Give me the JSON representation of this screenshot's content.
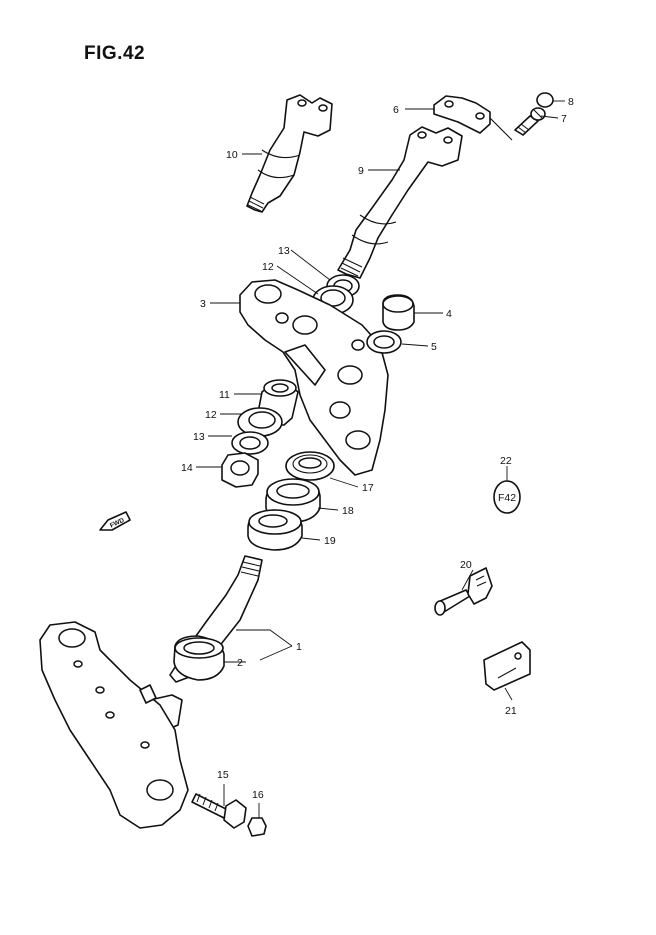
{
  "figure": {
    "title": "FIG.42"
  },
  "fwd_label": "FWD",
  "lock_marking": "F42",
  "callouts": [
    {
      "id": "1",
      "text": "1"
    },
    {
      "id": "2",
      "text": "2"
    },
    {
      "id": "3",
      "text": "3"
    },
    {
      "id": "4",
      "text": "4"
    },
    {
      "id": "5",
      "text": "5"
    },
    {
      "id": "6",
      "text": "6"
    },
    {
      "id": "7",
      "text": "7"
    },
    {
      "id": "8",
      "text": "8"
    },
    {
      "id": "9",
      "text": "9"
    },
    {
      "id": "10",
      "text": "10"
    },
    {
      "id": "11",
      "text": "11"
    },
    {
      "id": "12a",
      "text": "12"
    },
    {
      "id": "12b",
      "text": "12"
    },
    {
      "id": "13a",
      "text": "13"
    },
    {
      "id": "13b",
      "text": "13"
    },
    {
      "id": "14",
      "text": "14"
    },
    {
      "id": "15",
      "text": "15"
    },
    {
      "id": "16",
      "text": "16"
    },
    {
      "id": "17",
      "text": "17"
    },
    {
      "id": "18",
      "text": "18"
    },
    {
      "id": "19",
      "text": "19"
    },
    {
      "id": "20",
      "text": "20"
    },
    {
      "id": "21",
      "text": "21"
    },
    {
      "id": "22",
      "text": "22"
    }
  ]
}
